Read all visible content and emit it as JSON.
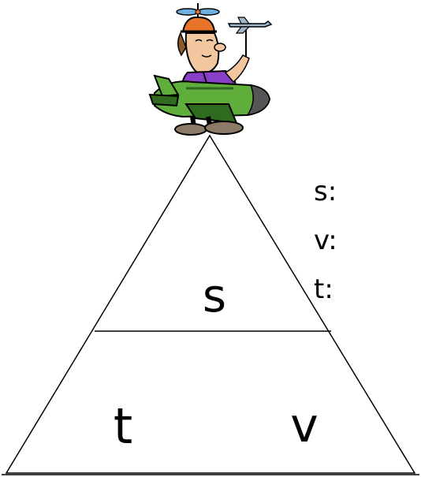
{
  "triangle": {
    "top_label": "s",
    "bottom_left_label": "t",
    "bottom_right_label": "v"
  },
  "legend": [
    {
      "text": "s:"
    },
    {
      "text": "v:"
    },
    {
      "text": "t:"
    }
  ],
  "illustration": {
    "subject": "boy-in-toy-plane-icon",
    "colors": {
      "plane_body": "#5fae3c",
      "plane_dark": "#2f6a1f",
      "shirt": "#8a3fc9",
      "cap": "#e8742a",
      "skin": "#f2c7a0",
      "hair": "#8b5a2b",
      "shoes": "#8a7a66"
    }
  }
}
